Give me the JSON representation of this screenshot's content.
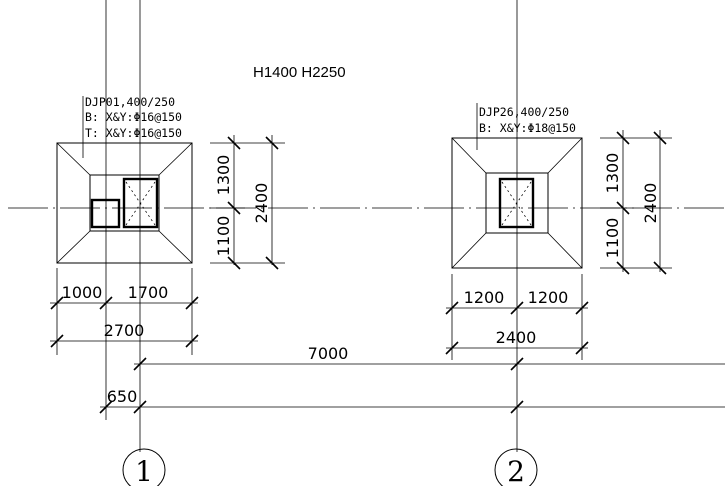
{
  "note": "H1400 H2250",
  "footing1": {
    "line1": "DJP01,400/250",
    "line2": "B: X&Y:Φ16@150",
    "line3": "T: X&Y:Φ16@150",
    "dim_v_top": "1300",
    "dim_v_bottom": "1100",
    "dim_v_total": "2400",
    "dim_h_left": "1000",
    "dim_h_right": "1700",
    "dim_h_total": "2700"
  },
  "footing2": {
    "line1": "DJP26,400/250",
    "line2": "B: X&Y:Φ18@150",
    "dim_v_top": "1300",
    "dim_v_bottom": "1100",
    "dim_v_total": "2400",
    "dim_h_left": "1200",
    "dim_h_right": "1200",
    "dim_h_total": "2400"
  },
  "grid": {
    "span": "7000",
    "offset": "650",
    "axis1": "1",
    "axis2": "2"
  }
}
